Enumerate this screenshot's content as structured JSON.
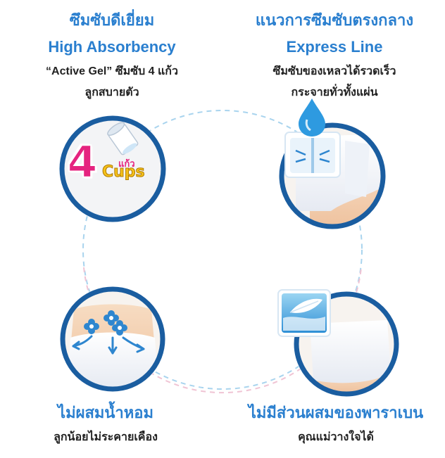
{
  "features": [
    {
      "title_th": "ซึมซับดีเยี่ยม",
      "title_en": "High Absorbency",
      "line1": "“Active Gel” ซึมซับ 4 แก้ว",
      "line2": "ลูกสบายตัว",
      "icon": "cups-icon",
      "badge_number": "4",
      "badge_unit_th": "แก้ว",
      "badge_unit_en": "Cups"
    },
    {
      "title_th": "แนวการซึมซับตรงกลาง",
      "title_en": "Express Line",
      "line1": "ซึมซับของเหลวได้รวดเร็ว",
      "line2": "กระจายทั่วทั้งแผ่น",
      "icon": "water-drop-icon"
    },
    {
      "title_th": "ไม่ผสมน้ำหอม",
      "line1": "ลูกน้อยไม่ระคายเคือง",
      "icon": "flower-icon"
    },
    {
      "title_th": "ไม่มีส่วนผสมของพาราเบน",
      "line1": "คุณแม่วางใจได้",
      "icon": "feather-icon"
    }
  ],
  "colors": {
    "blue_text": "#2a7fcf",
    "ring": "#1a5da0",
    "dash_blue": "#a9d4ee",
    "dash_pink": "#f0c4d4",
    "badge_pink": "#e5237f",
    "badge_yellow": "#f5c21b"
  }
}
